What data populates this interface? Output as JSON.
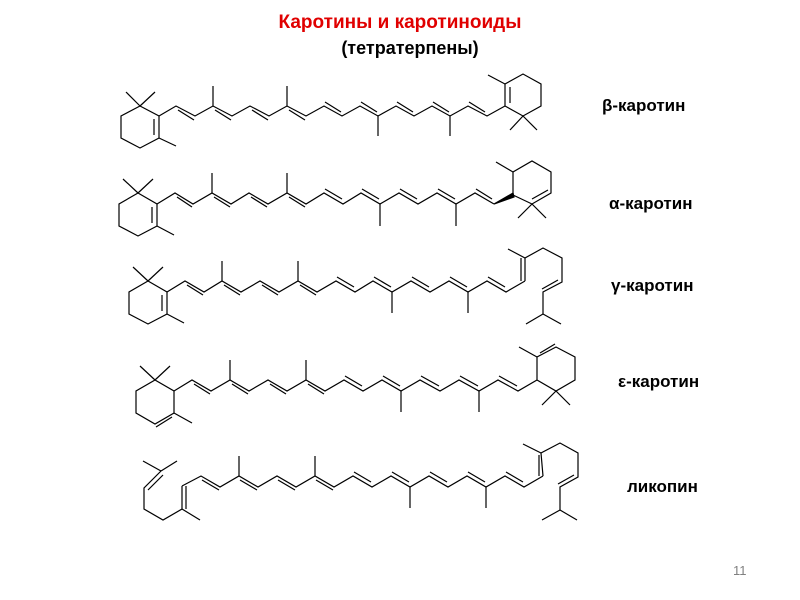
{
  "slide": {
    "title": "Каротины  и каротиноиды",
    "subtitle": "(тетратерпены)",
    "page_number": "11",
    "title_color": "#e00000"
  },
  "compounds": [
    {
      "id": "beta",
      "label": "β-каротин"
    },
    {
      "id": "alpha",
      "label": "α-каротин"
    },
    {
      "id": "gamma",
      "label": "γ-каротин"
    },
    {
      "id": "epsilon",
      "label": "ε-каротин"
    },
    {
      "id": "lycopene",
      "label": "ликопин"
    }
  ]
}
